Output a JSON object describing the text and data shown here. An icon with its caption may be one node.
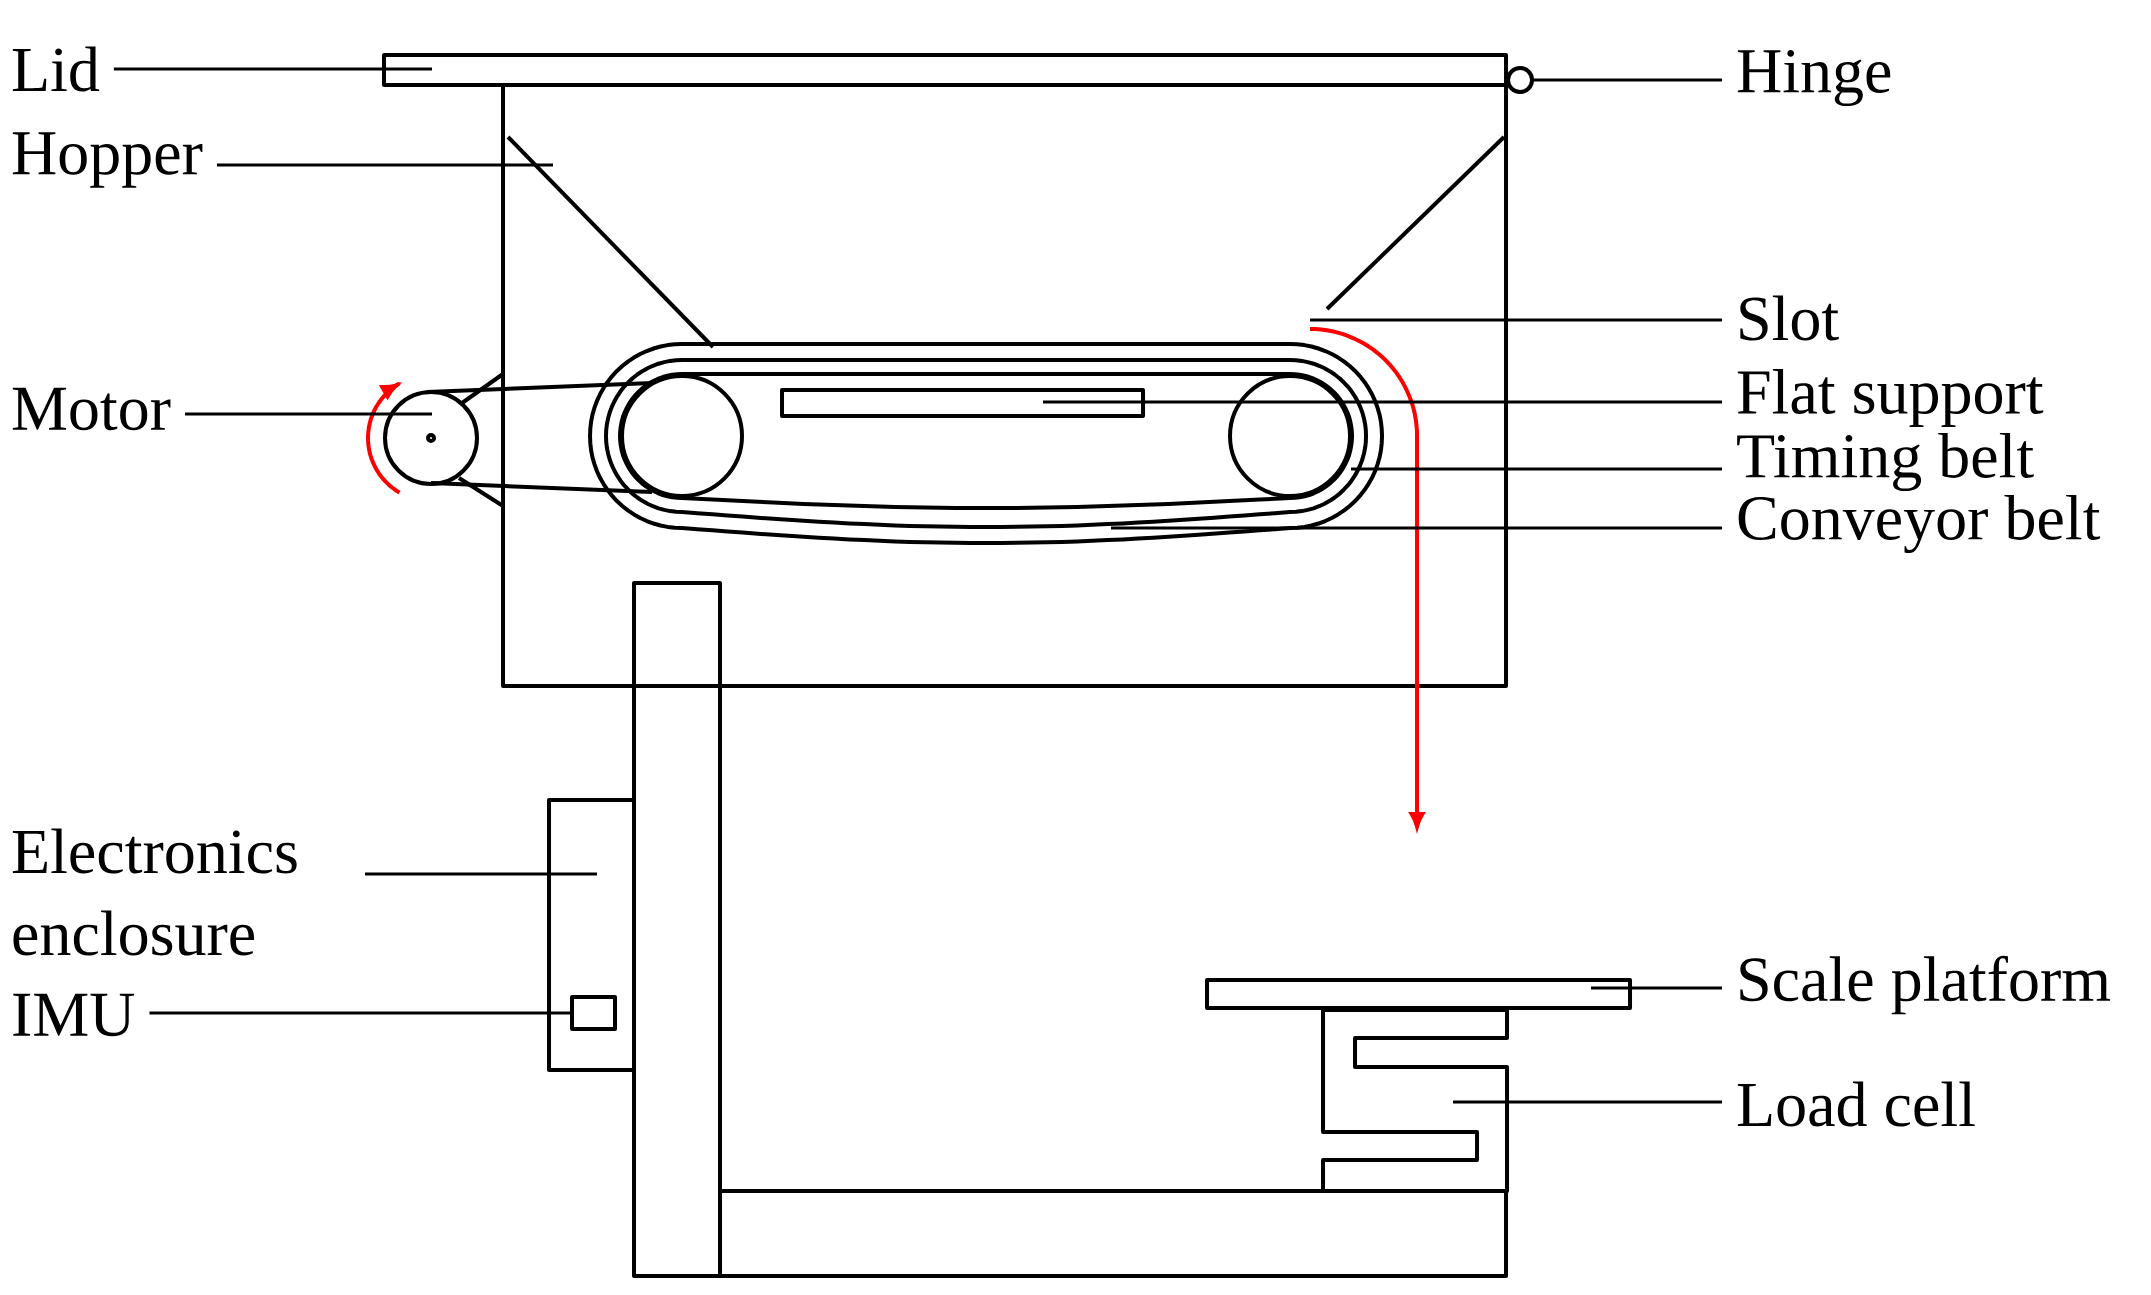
{
  "diagram": {
    "nodes": [
      {
        "text": [
          "Lid"
        ]
      },
      {
        "text": [
          "Hinge"
        ]
      },
      {
        "text": [
          "Hopper"
        ]
      },
      {
        "text": [
          "Slot"
        ]
      },
      {
        "text": [
          "Motor"
        ]
      },
      {
        "text": [
          "Flat support"
        ]
      },
      {
        "text": [
          "Timing belt"
        ]
      },
      {
        "text": [
          "Conveyor belt"
        ]
      },
      {
        "text": [
          "Electronics enclosure"
        ]
      },
      {
        "text": [
          "IMU"
        ]
      },
      {
        "text": [
          "Scale platform"
        ]
      },
      {
        "text": [
          "Load cell"
        ]
      },
      {
        "text": [],
        "shape": "circle"
      },
      {
        "text": [],
        "shape": "box"
      }
    ],
    "edges": [
      {
        "from": 0,
        "to": null,
        "arrow": "none"
      },
      {
        "from": 1,
        "to": 12,
        "arrow": "none"
      },
      {
        "from": 2,
        "to": null,
        "arrow": "none"
      },
      {
        "from": 3,
        "to": null,
        "arrow": "none"
      },
      {
        "from": 4,
        "to": null,
        "arrow": "none"
      },
      {
        "from": 5,
        "to": null,
        "arrow": "none"
      },
      {
        "from": 6,
        "to": null,
        "arrow": "none"
      },
      {
        "from": 7,
        "to": null,
        "arrow": "none"
      },
      {
        "from": 8,
        "to": null,
        "arrow": "none"
      },
      {
        "from": 9,
        "to": 13,
        "arrow": "none"
      },
      {
        "from": 10,
        "to": null,
        "arrow": "none"
      },
      {
        "from": 11,
        "to": null,
        "arrow": "none"
      }
    ]
  }
}
